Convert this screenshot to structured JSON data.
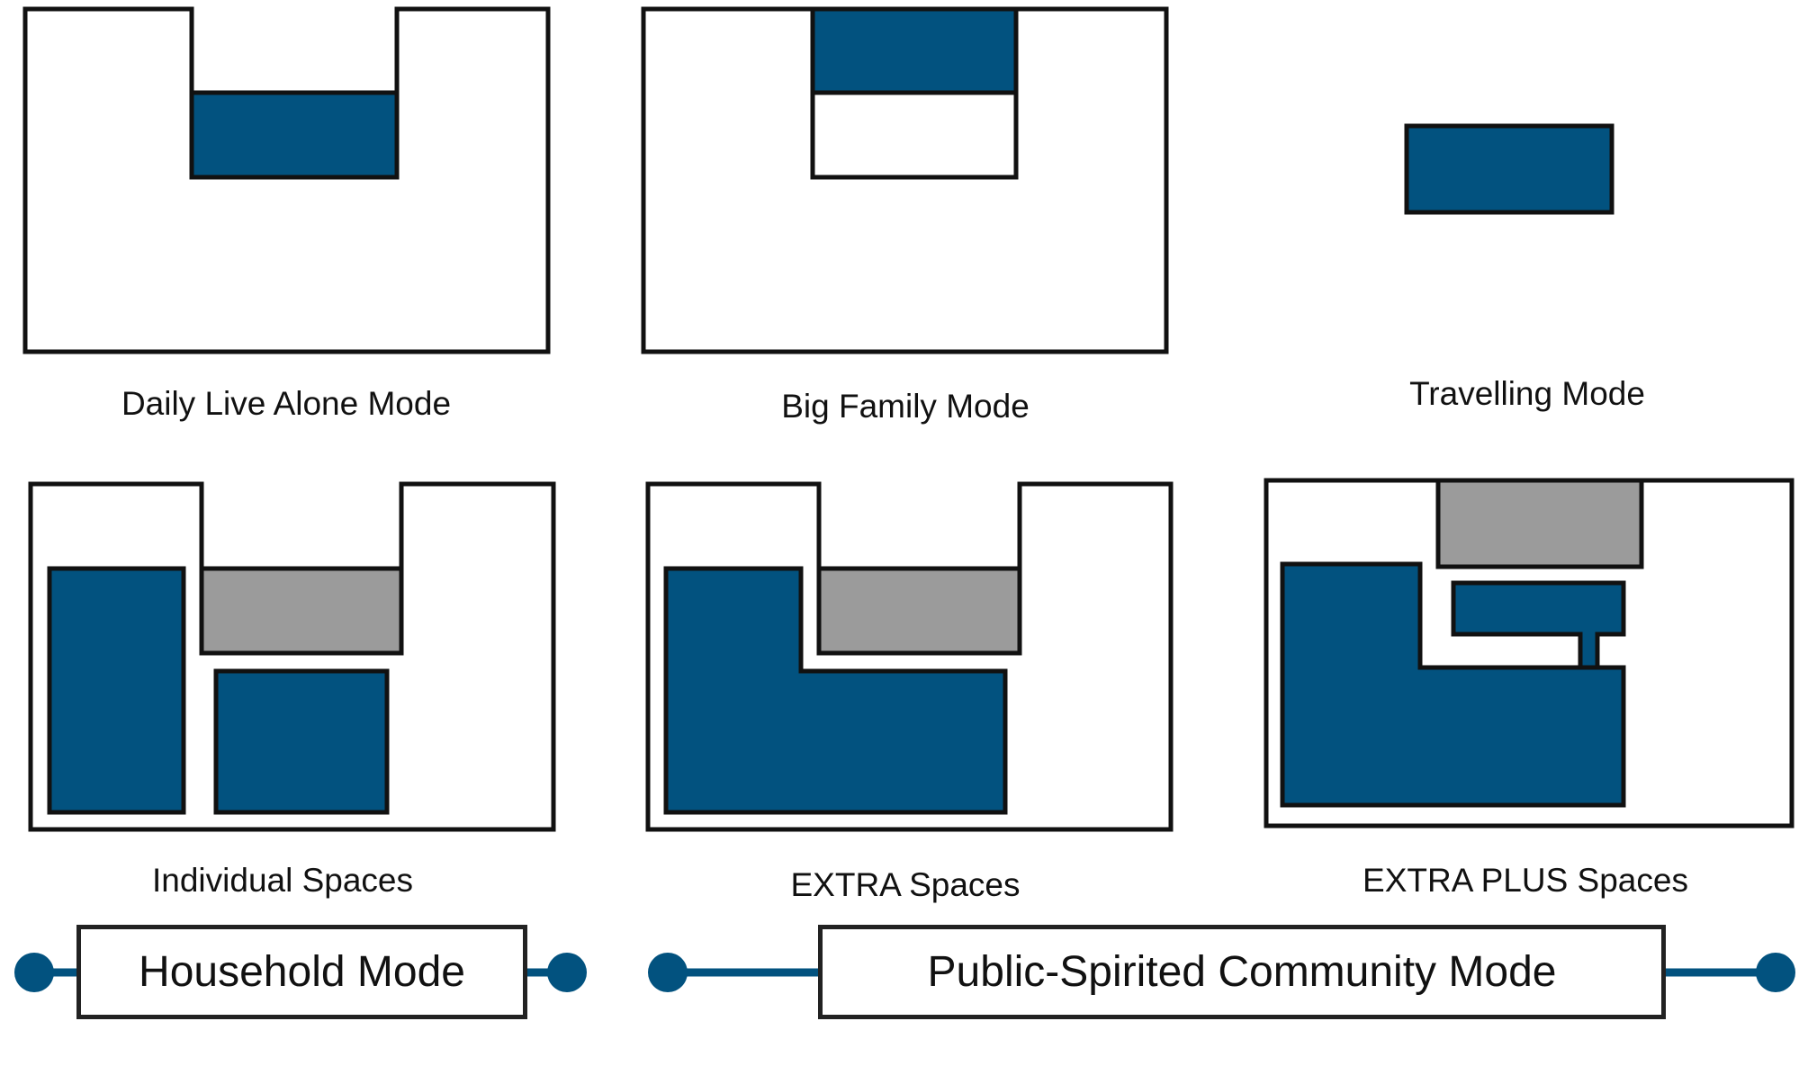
{
  "colors": {
    "space": "#02527f",
    "shared": "#9b9b9b",
    "outline": "#111111",
    "connector": "#02527f"
  },
  "panels": [
    {
      "label": "Daily Live Alone Mode"
    },
    {
      "label": "Big Family Mode"
    },
    {
      "label": "Travelling Mode"
    },
    {
      "label": "Individual Spaces"
    },
    {
      "label": "EXTRA Spaces"
    },
    {
      "label": "EXTRA PLUS Spaces"
    }
  ],
  "modes": {
    "household": "Household Mode",
    "community": "Public-Spirited Community Mode"
  }
}
